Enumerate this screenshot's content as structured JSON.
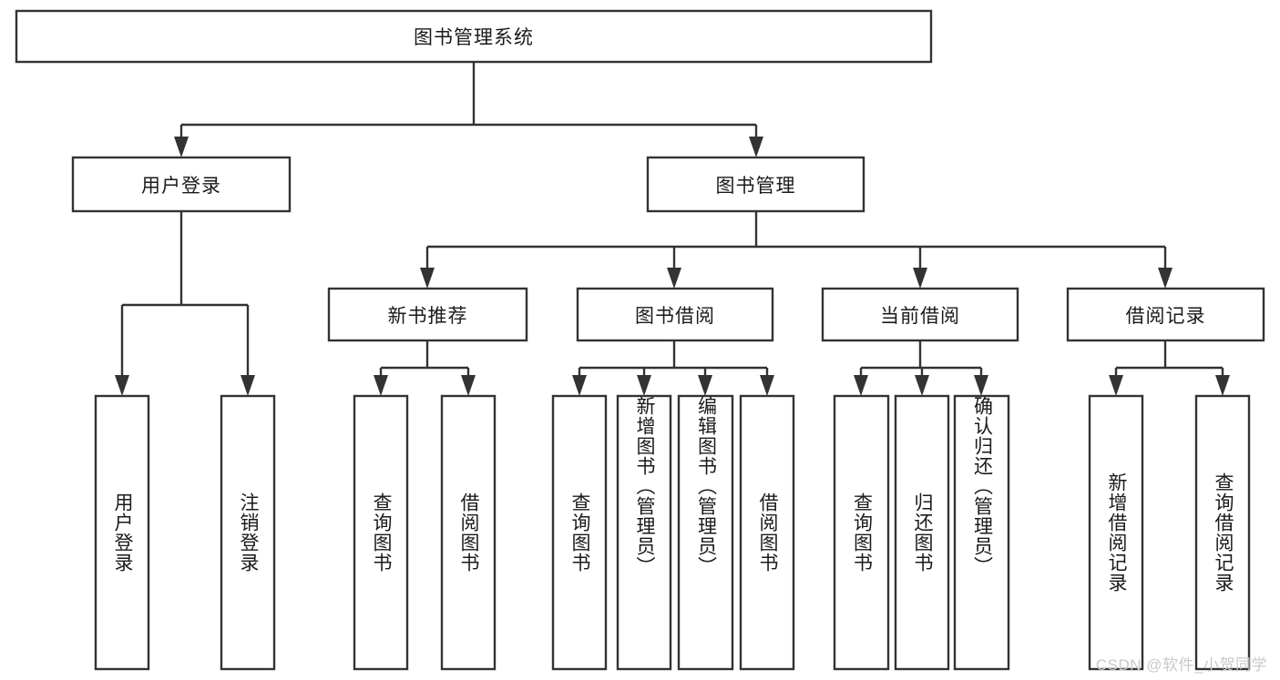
{
  "diagram": {
    "type": "tree-hierarchy-chart",
    "title": "图书管理系统",
    "watermark": "CSDN @软件_小贺同学",
    "colors": {
      "box_stroke": "#333333",
      "box_fill": "#ffffff",
      "text": "#1a1a1a",
      "background": "#ffffff",
      "watermark": "#c9c9c9"
    },
    "levels": {
      "root": {
        "label": "图书管理系统",
        "orientation": "horizontal"
      },
      "level2": [
        {
          "label": "用户登录",
          "orientation": "horizontal"
        },
        {
          "label": "图书管理",
          "orientation": "horizontal"
        }
      ],
      "level3": [
        {
          "label": "新书推荐",
          "orientation": "horizontal",
          "parent": "图书管理"
        },
        {
          "label": "图书借阅",
          "orientation": "horizontal",
          "parent": "图书管理"
        },
        {
          "label": "当前借阅",
          "orientation": "horizontal",
          "parent": "图书管理"
        },
        {
          "label": "借阅记录",
          "orientation": "horizontal",
          "parent": "图书管理"
        }
      ],
      "leaves": [
        {
          "label": "用户登录",
          "orientation": "vertical",
          "parent": "用户登录"
        },
        {
          "label": "注销登录",
          "orientation": "vertical",
          "parent": "用户登录"
        },
        {
          "label": "查询图书",
          "orientation": "vertical",
          "parent": "新书推荐"
        },
        {
          "label": "借阅图书",
          "orientation": "vertical",
          "parent": "新书推荐"
        },
        {
          "label": "查询图书",
          "orientation": "vertical",
          "parent": "图书借阅"
        },
        {
          "label": "新增图书（管理员）",
          "orientation": "vertical",
          "parent": "图书借阅"
        },
        {
          "label": "编辑图书（管理员）",
          "orientation": "vertical",
          "parent": "图书借阅"
        },
        {
          "label": "借阅图书",
          "orientation": "vertical",
          "parent": "图书借阅"
        },
        {
          "label": "查询图书",
          "orientation": "vertical",
          "parent": "当前借阅"
        },
        {
          "label": "归还图书",
          "orientation": "vertical",
          "parent": "当前借阅"
        },
        {
          "label": "确认归还（管理员）",
          "orientation": "vertical",
          "parent": "当前借阅"
        },
        {
          "label": "新增借阅记录",
          "orientation": "vertical",
          "parent": "借阅记录"
        },
        {
          "label": "查询借阅记录",
          "orientation": "vertical",
          "parent": "借阅记录"
        }
      ]
    }
  }
}
